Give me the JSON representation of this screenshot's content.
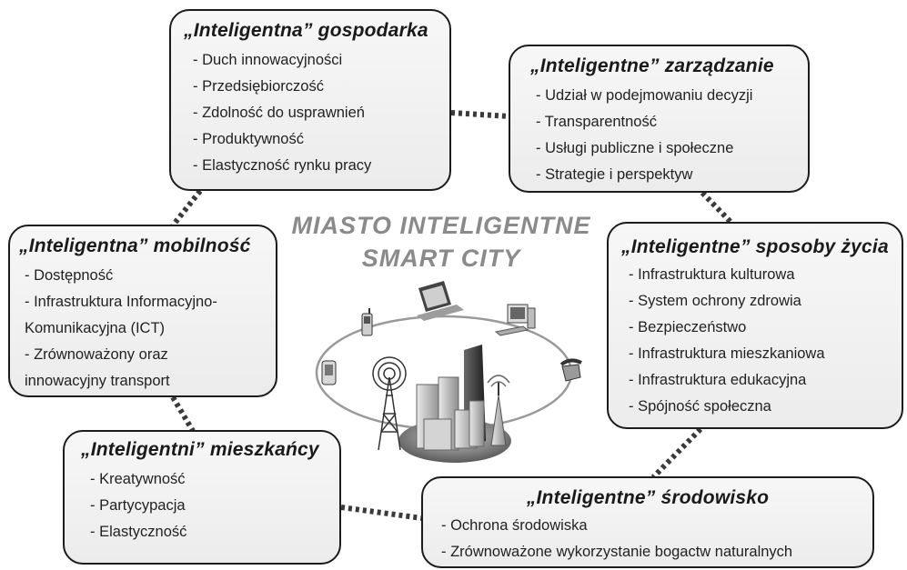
{
  "center": {
    "title_line1": "MIASTO INTELIGENTNE",
    "title_line2": "SMART CITY"
  },
  "boxes": {
    "gospodarka": {
      "title": "„Inteligentna” gospodarka",
      "items": [
        "Duch innowacyjności",
        "Przedsiębiorczość",
        "Zdolność do usprawnień",
        "Produktywność",
        "Elastyczność rynku pracy"
      ]
    },
    "zarzadzanie": {
      "title": "„Inteligentne” zarządzanie",
      "items": [
        "Udział w podejmowaniu decyzji",
        "Transparentność",
        "Usługi publiczne i społeczne",
        "Strategie i perspektyw"
      ]
    },
    "mobilnosc": {
      "title": "„Inteligentna” mobilność",
      "items": [
        "Dostępność",
        "Infrastruktura Informacyjno-",
        "Komunikacyjna (ICT)",
        "Zrównoważony oraz",
        "innowacyjny transport"
      ]
    },
    "sposoby": {
      "title": "„Inteligentne” sposoby życia",
      "items": [
        "Infrastruktura kulturowa",
        "System ochrony zdrowia",
        "Bezpieczeństwo",
        "Infrastruktura mieszkaniowa",
        "Infrastruktura edukacyjna",
        "Spójność społeczna"
      ]
    },
    "mieszkancy": {
      "title": "„Inteligentni” mieszkańcy",
      "items": [
        "Kreatywność",
        "Partycypacja",
        "Elastyczność"
      ]
    },
    "srodowisko": {
      "title": "„Inteligentne” środowisko",
      "items": [
        "Ochrona środowiska",
        "Zrównoważone wykorzystanie bogactw naturalnych"
      ]
    }
  }
}
